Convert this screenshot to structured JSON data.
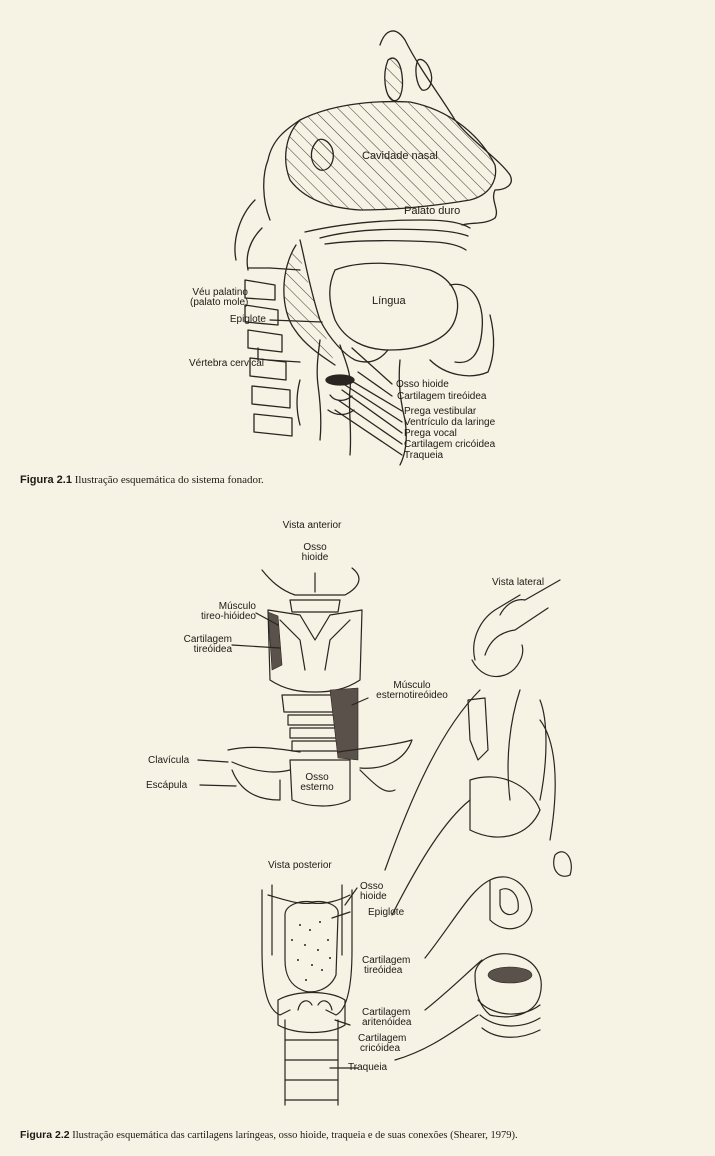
{
  "figure1": {
    "labels": {
      "cavidade_nasal": "Cavidade nasal",
      "palato_duro": "Palato duro",
      "lingua": "Língua",
      "veu_palatino": "Véu palatino",
      "palato_mole": "(palato mole)",
      "epiglote": "Epiglote",
      "vertebra_cervical": "Vértebra cervical",
      "osso_hioide": "Osso hioide",
      "cartilagem_tireoidea": "Cartilagem tireóidea",
      "prega_vestibular": "Prega vestibular",
      "ventriculo_laringe": "Ventrículo da laringe",
      "prega_vocal": "Prega vocal",
      "cartilagem_cricoidea": "Cartilagem cricóidea",
      "traqueia": "Traqueia"
    },
    "caption_label": "Figura 2.1",
    "caption_text": " Ilustração esquemática do sistema fonador."
  },
  "figure2": {
    "labels": {
      "vista_anterior": "Vista anterior",
      "osso_hioide_a": "Osso",
      "osso_hioide_b": "hioide",
      "musculo_tireo_a": "Músculo",
      "musculo_tireo_b": "tireo-hióideo",
      "cart_tireoidea_a": "Cartilagem",
      "cart_tireoidea_b": "tireóidea",
      "musculo_ester_a": "Músculo",
      "musculo_ester_b": "esternotireóideo",
      "clavicula": "Clavícula",
      "escapula": "Escápula",
      "osso_esterno_a": "Osso",
      "osso_esterno_b": "esterno",
      "vista_lateral": "Vista lateral",
      "vista_posterior": "Vista posterior",
      "post_osso_a": "Osso",
      "post_osso_b": "hioide",
      "post_epiglote": "Epiglote",
      "post_cart_tir_a": "Cartilagem",
      "post_cart_tir_b": "tireóidea",
      "post_cart_ari_a": "Cartilagem",
      "post_cart_ari_b": "aritenóidea",
      "post_cart_cri_a": "Cartilagem",
      "post_cart_cri_b": "cricóidea",
      "post_traqueia": "Traqueia"
    },
    "caption_label": "Figura 2.2",
    "caption_text": " Ilustração esquemática das cartilagens laríngeas, osso hioide, traqueia e de suas conexões (Shearer, 1979)."
  }
}
